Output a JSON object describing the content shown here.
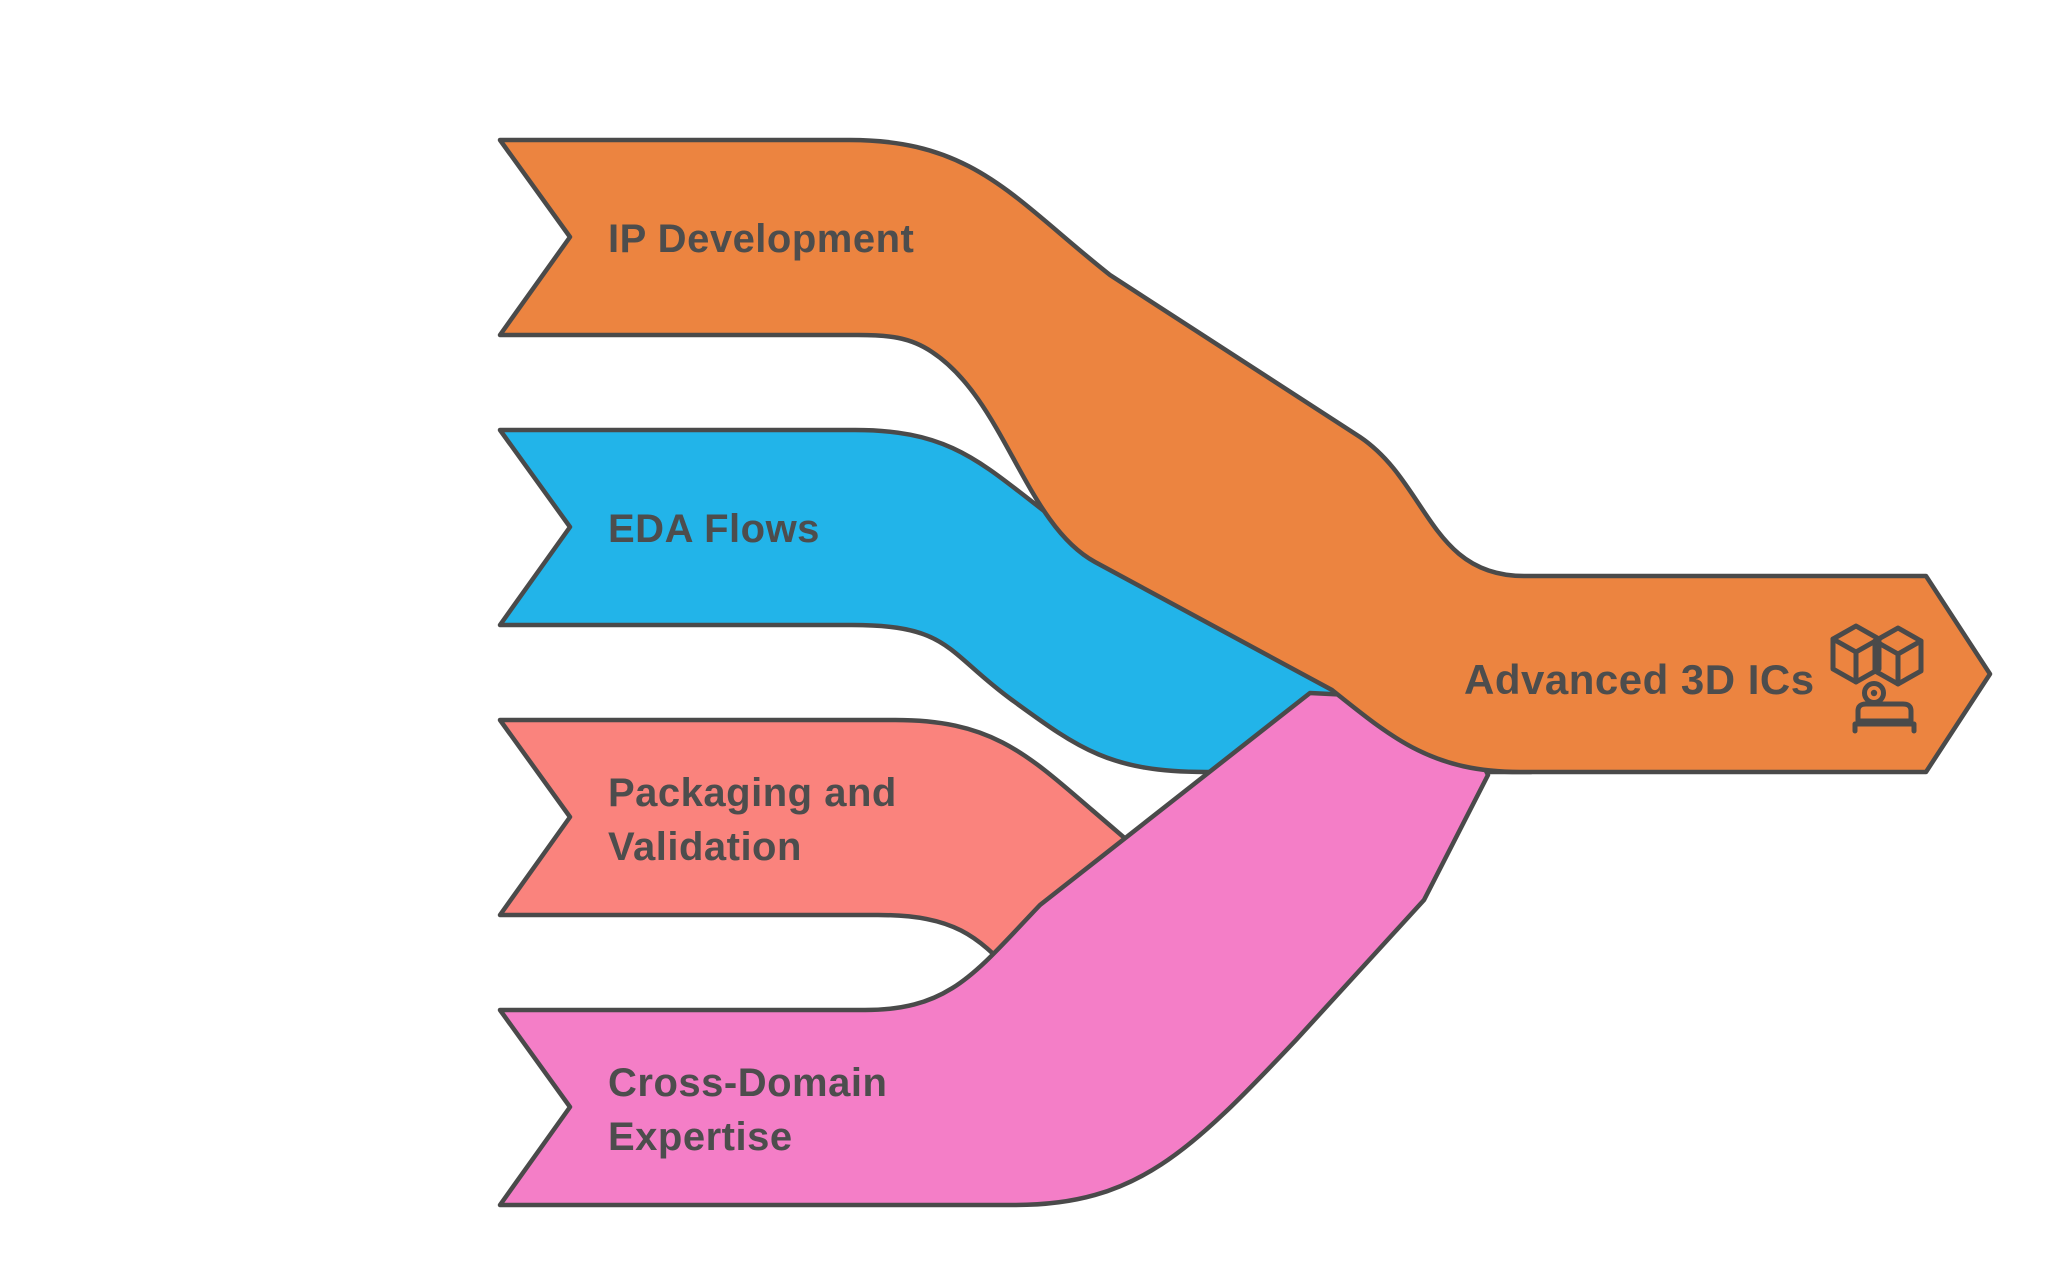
{
  "diagram": {
    "background": "#FFFFFF",
    "outline_color": "#4A4A4A",
    "text_color": "#4D4D4D",
    "sources": [
      {
        "id": "ip-development",
        "label": "IP Development",
        "color": "#EC8440"
      },
      {
        "id": "eda-flows",
        "label": "EDA Flows",
        "color": "#22B4E9"
      },
      {
        "id": "packaging-and-validation",
        "lines": [
          "Packaging and",
          "Validation"
        ],
        "color": "#FA837D"
      },
      {
        "id": "cross-domain-expertise",
        "lines": [
          "Cross-Domain",
          "Expertise"
        ],
        "color": "#F47EC7"
      }
    ],
    "target": {
      "label": "Advanced 3D ICs",
      "color": "#EC8440",
      "icons": [
        "3d-cubes-icon",
        "stamp-icon"
      ]
    }
  }
}
